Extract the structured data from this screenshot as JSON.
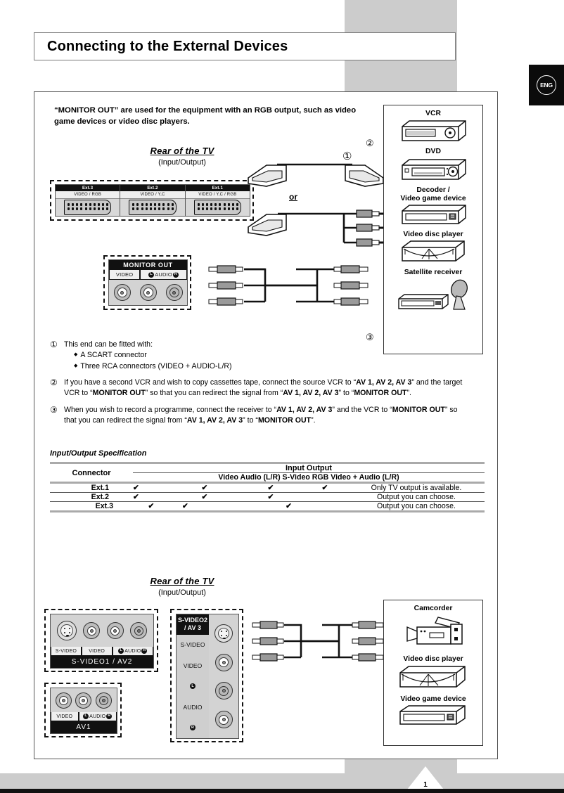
{
  "page": {
    "title": "Connecting to the External Devices",
    "language_badge": "ENG",
    "footer_page_number": "1"
  },
  "intro": {
    "text": "“MONITOR OUT” are used for the equipment with an RGB output, such as video game devices or video disc players."
  },
  "diagram_top": {
    "heading_title": "Rear of the TV",
    "heading_sub": "(Input/Output)",
    "or_label": "or",
    "marker_one": "①",
    "scart_panel": [
      {
        "title": "Ext.3",
        "sub": "VIDEO / RGB"
      },
      {
        "title": "Ext.2",
        "sub": "VIDEO / Y,C"
      },
      {
        "title": "Ext.1",
        "sub": "VIDEO / Y,C / RGB"
      }
    ],
    "monitor_out": {
      "title": "MONITOR OUT",
      "video_label": "VIDEO",
      "audio_label": "AUDIO",
      "audio_left": "L",
      "audio_right": "R"
    }
  },
  "device_column_top": {
    "marker_two": "②",
    "marker_three": "③",
    "items": [
      {
        "label": "VCR",
        "icon": "vcr-icon"
      },
      {
        "label": "DVD",
        "icon": "dvd-icon"
      },
      {
        "label": "Decoder /\nVideo game device",
        "icon": "decoder-icon"
      },
      {
        "label": "Video disc player",
        "icon": "video-disc-player-icon"
      },
      {
        "label": "Satellite receiver",
        "icon": "satellite-receiver-icon"
      }
    ],
    "labels": {
      "vcr": "VCR",
      "dvd": "DVD",
      "decoder_line1": "Decoder /",
      "decoder_line2": "Video game device",
      "video_disc_player": "Video disc player",
      "satellite_receiver": "Satellite receiver"
    }
  },
  "notes": [
    {
      "number": "①",
      "text": "This end can be fitted with:",
      "bullets": [
        "A SCART connector",
        "Three RCA connectors (VIDEO + AUDIO-L/R)"
      ]
    },
    {
      "number": "②",
      "html": "If you have a second VCR and wish to copy cassettes tape, connect the source VCR to “<b>AV 1, AV 2, AV 3</b>” and the target VCR to “<b>MONITOR OUT</b>” so that you can redirect the signal from “<b>AV 1, AV 2, AV 3</b>” to “<b>MONITOR OUT</b>”."
    },
    {
      "number": "③",
      "html": "When you wish to record a programme, connect the receiver to “<b>AV 1, AV 2, AV 3</b>” and the VCR to “<b>MONITOR OUT</b>” so that you can redirect the signal from “<b>AV 1, AV 2, AV 3</b>” to “<b>MONITOR OUT</b>”."
    }
  ],
  "spec_table": {
    "caption": "Input/Output Specification",
    "col_connector": "Connector",
    "col_group": "Input Output",
    "subheaders": [
      "Video",
      "Audio (L/R)",
      "S-Video",
      "RGB",
      "Video + Audio (L/R)"
    ],
    "subheader_line": "Video Audio (L/R) S-Video RGB Video + Audio (L/R)",
    "check_glyph": "✔",
    "rows": [
      {
        "connector": "Ext.1",
        "video": "✔",
        "audio": "✔",
        "svideo": "✔",
        "rgb": "✔",
        "note": "Only TV output is available."
      },
      {
        "connector": "Ext.2",
        "video": "✔",
        "audio": "✔",
        "svideo": "✔",
        "rgb": "",
        "note": "Output you can choose."
      },
      {
        "connector": "Ext.3",
        "video": "✔",
        "audio": "✔",
        "svideo": "✔",
        "rgb": "",
        "note": "Output you can choose."
      }
    ]
  },
  "diagram_bottom": {
    "heading_title": "Rear of the TV",
    "heading_sub": "(Input/Output)",
    "panel_svideo1": {
      "svideo_label": "S-VIDEO",
      "video_label": "VIDEO",
      "audio_label": "AUDIO",
      "audio_left": "L",
      "audio_right": "R",
      "title": "S-VIDEO1 / AV2"
    },
    "panel_av1": {
      "video_label": "VIDEO",
      "audio_label": "AUDIO",
      "audio_left": "L",
      "audio_right": "R",
      "title": "AV1"
    },
    "panel_svideo2": {
      "title_line1": "S-VIDEO2",
      "title_line2": "/ AV 3",
      "svideo_label": "S-VIDEO",
      "video_label": "VIDEO",
      "audio_label": "AUDIO",
      "audio_left": "L",
      "audio_right": "R"
    }
  },
  "device_column_bottom": {
    "labels": {
      "camcorder": "Camcorder",
      "video_disc_player": "Video disc player",
      "video_game_device": "Video game device"
    }
  }
}
